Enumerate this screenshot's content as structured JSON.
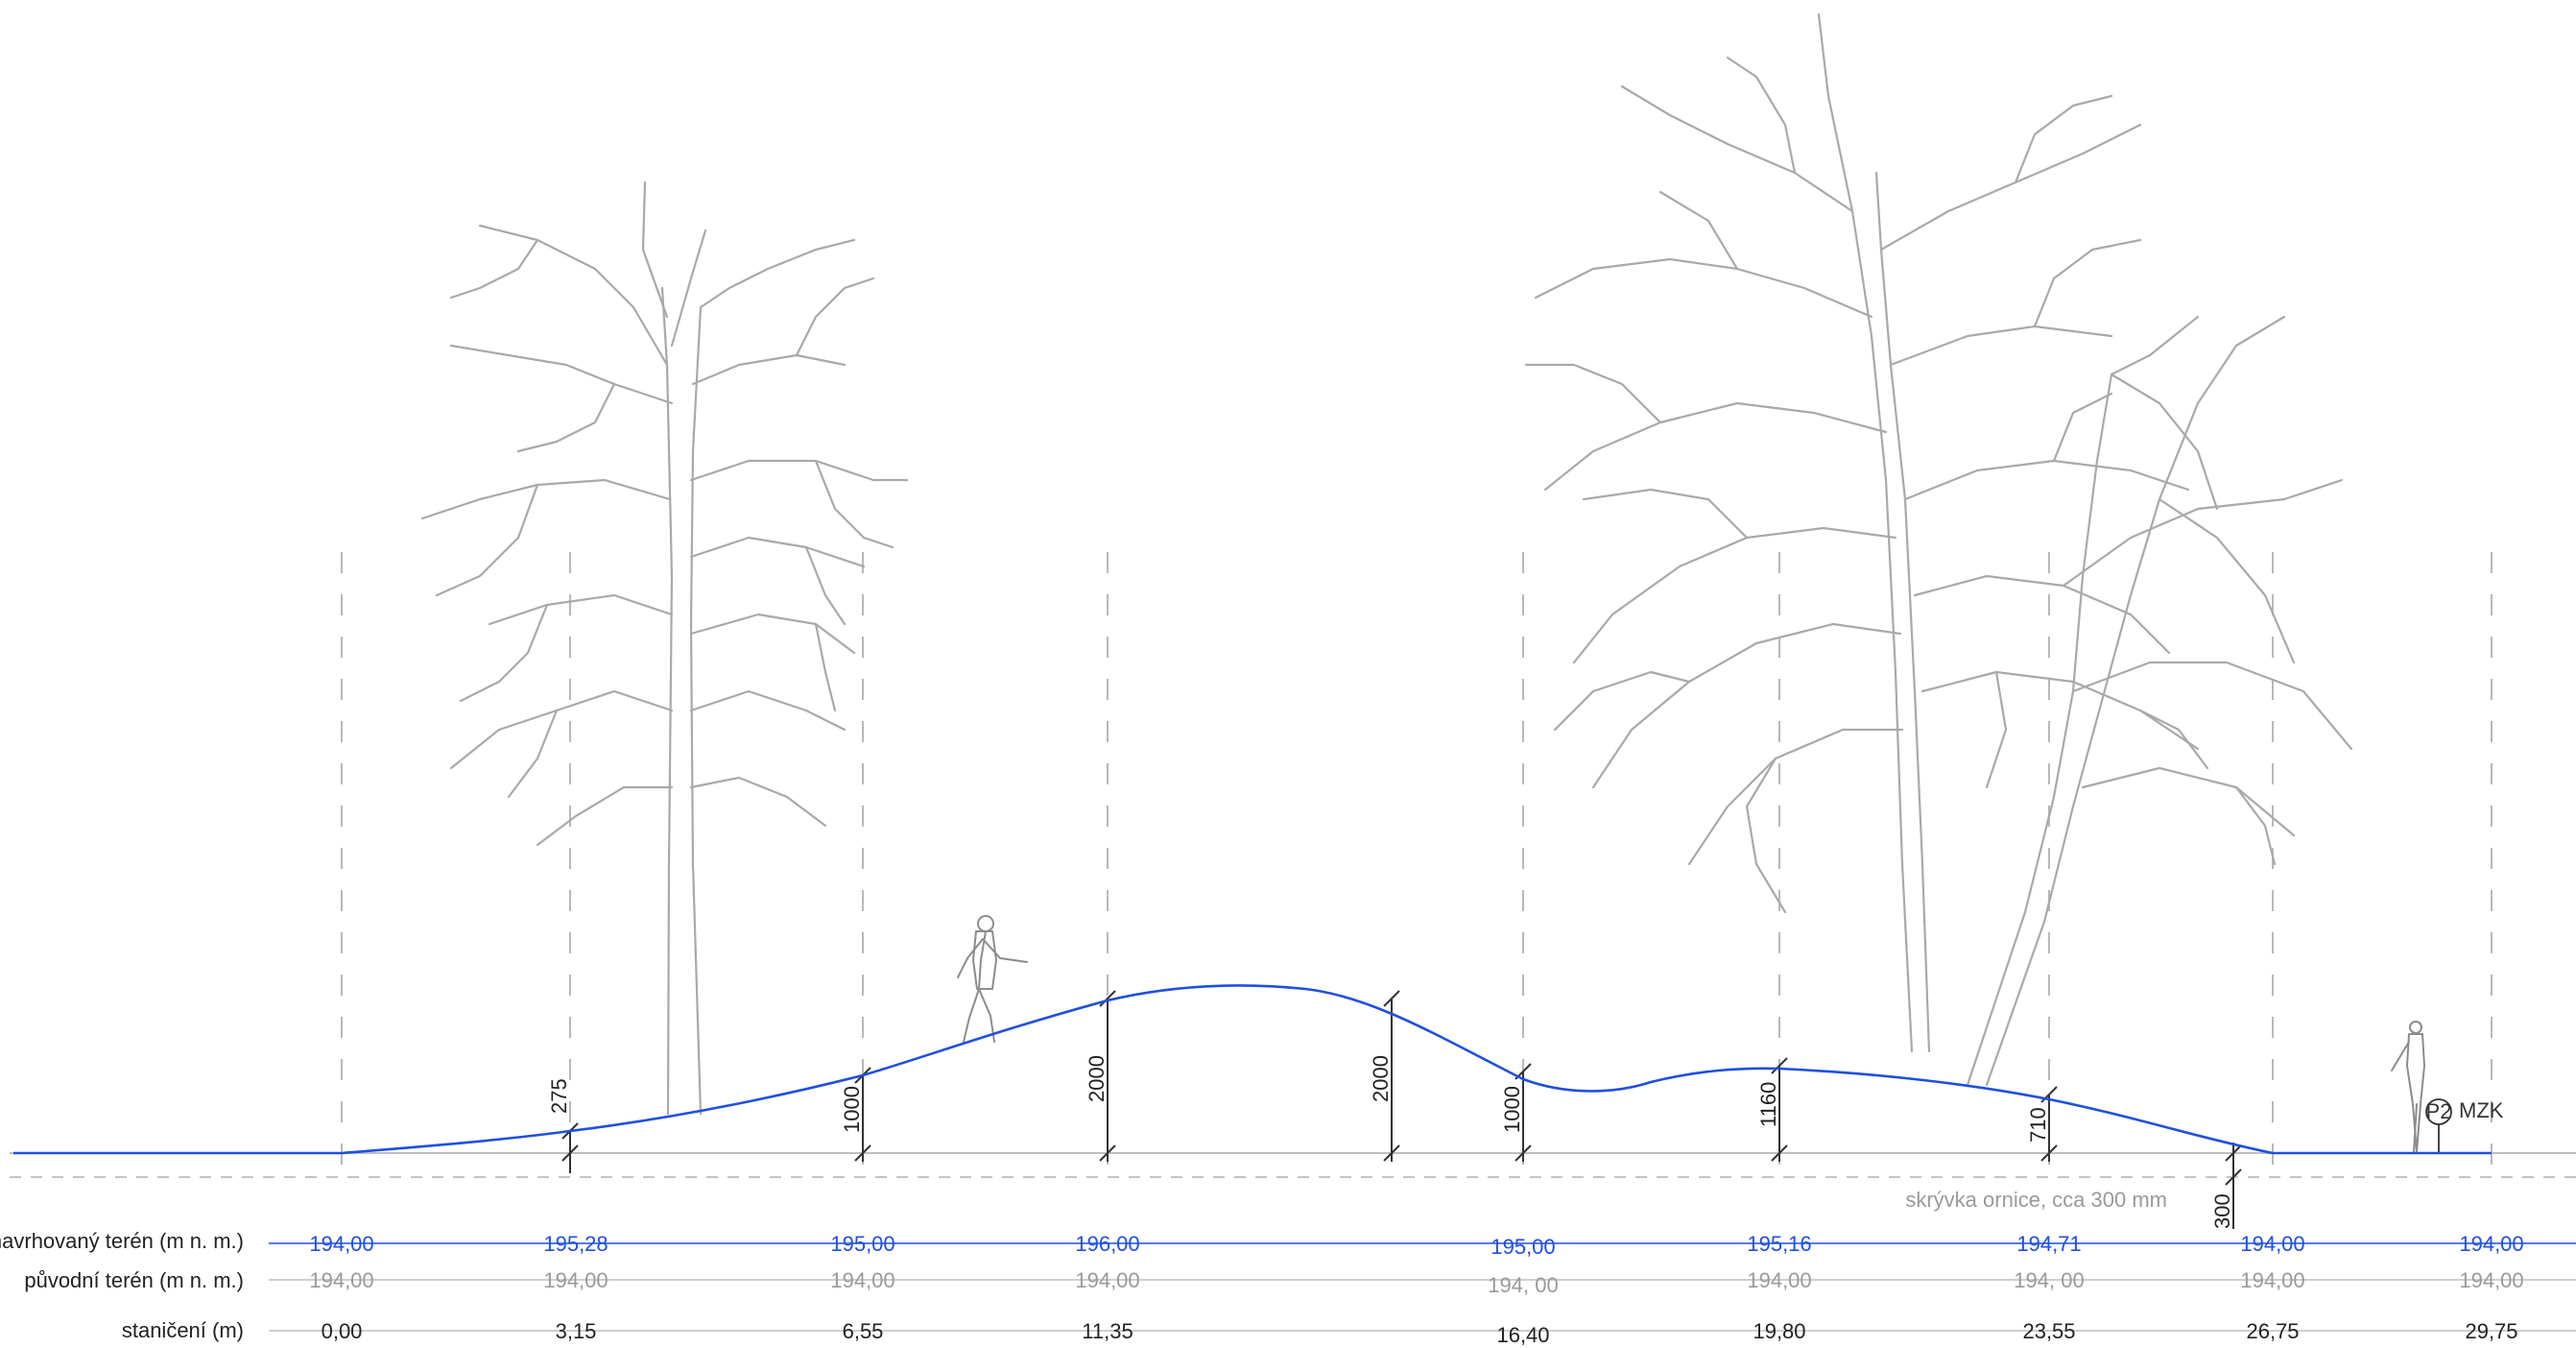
{
  "rows": {
    "designed_label": "navrhovaný terén (m n. m.)",
    "original_label": "původní terén (m n. m.)",
    "stationing_label": "staničení (m)"
  },
  "stations": [
    {
      "stationing": "0,00",
      "designed": "194,00",
      "original": "194,00"
    },
    {
      "stationing": "3,15",
      "designed": "195,28",
      "original": "194,00"
    },
    {
      "stationing": "6,55",
      "designed": "195,00",
      "original": "194,00"
    },
    {
      "stationing": "11,35",
      "designed": "196,00",
      "original": "194,00"
    },
    {
      "stationing": "16,40",
      "designed": "195,00",
      "original": "194, 00"
    },
    {
      "stationing": "19,80",
      "designed": "195,16",
      "original": "194,00"
    },
    {
      "stationing": "23,55",
      "designed": "194,71",
      "original": "194, 00"
    },
    {
      "stationing": "26,75",
      "designed": "194,00",
      "original": "194,00"
    },
    {
      "stationing": "29,75",
      "designed": "194,00",
      "original": "194,00"
    }
  ],
  "heights_mm": [
    "275",
    "1000",
    "2000",
    "2000",
    "1000",
    "1160",
    "710",
    "300"
  ],
  "topsoil_note": "skrývka ornice, cca 300 mm",
  "marker": {
    "code": "P2",
    "tag": "MZK"
  },
  "colors": {
    "designed": "#1f4fe0",
    "original": "#9a9a9a",
    "text": "#222222",
    "tree": "#a9a9a9"
  }
}
